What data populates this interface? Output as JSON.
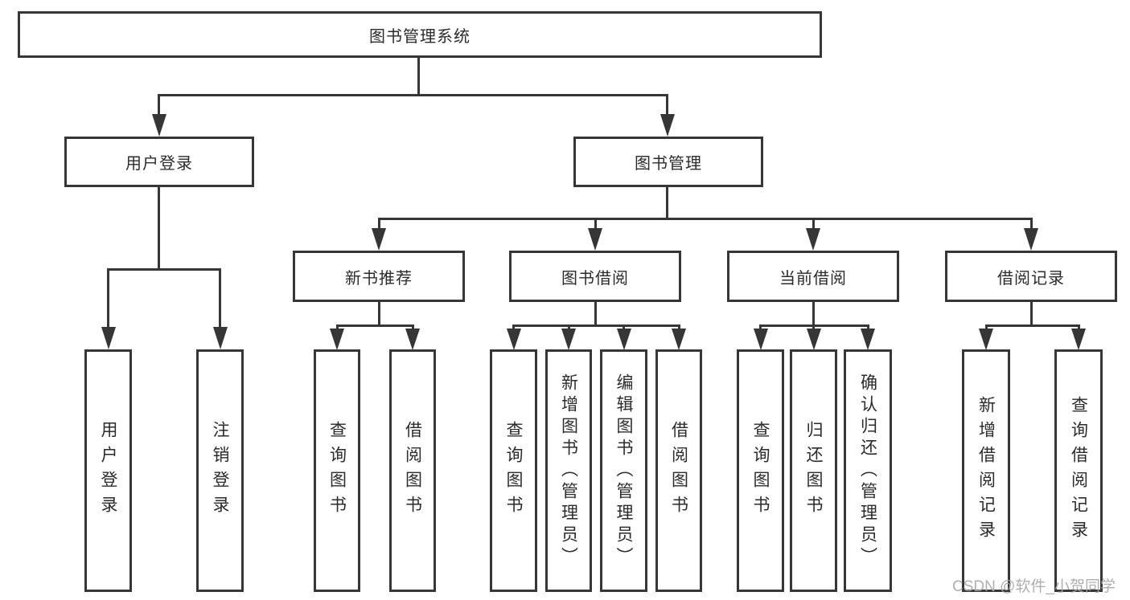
{
  "nodes": {
    "root": {
      "label": "图书管理系统"
    },
    "user_login": {
      "label": "用户登录"
    },
    "book_mgmt": {
      "label": "图书管理"
    },
    "new_book_rec": {
      "label": "新书推荐"
    },
    "book_borrow": {
      "label": "图书借阅"
    },
    "current_borrow": {
      "label": "当前借阅"
    },
    "borrow_record": {
      "label": "借阅记录"
    },
    "leaf_user_login": {
      "label": "用户登录"
    },
    "leaf_logout": {
      "label": "注销登录"
    },
    "leaf_query_book_1": {
      "label": "查询图书"
    },
    "leaf_borrow_book_1": {
      "label": "借阅图书"
    },
    "leaf_query_book_2": {
      "label": "查询图书"
    },
    "leaf_add_book": {
      "label": "新增图书（管理员）"
    },
    "leaf_edit_book": {
      "label": "编辑图书（管理员）"
    },
    "leaf_borrow_book_2": {
      "label": "借阅图书"
    },
    "leaf_query_book_3": {
      "label": "查询图书"
    },
    "leaf_return_book": {
      "label": "归还图书"
    },
    "leaf_confirm_return": {
      "label": "确认归还（管理员）"
    },
    "leaf_add_record": {
      "label": "新增借阅记录"
    },
    "leaf_query_record": {
      "label": "查询借阅记录"
    }
  },
  "hierarchy": {
    "图书管理系统": {
      "用户登录": [
        "用户登录",
        "注销登录"
      ],
      "图书管理": {
        "新书推荐": [
          "查询图书",
          "借阅图书"
        ],
        "图书借阅": [
          "查询图书",
          "新增图书（管理员）",
          "编辑图书（管理员）",
          "借阅图书"
        ],
        "当前借阅": [
          "查询图书",
          "归还图书",
          "确认归还（管理员）"
        ],
        "借阅记录": [
          "新增借阅记录",
          "查询借阅记录"
        ]
      }
    }
  },
  "watermark": {
    "text": "CSDN @软件_小贺同学"
  },
  "colors": {
    "line": "#363636",
    "box_background": "#ffffff",
    "text": "#2b2b2b",
    "watermark": "#a8a8a8"
  }
}
